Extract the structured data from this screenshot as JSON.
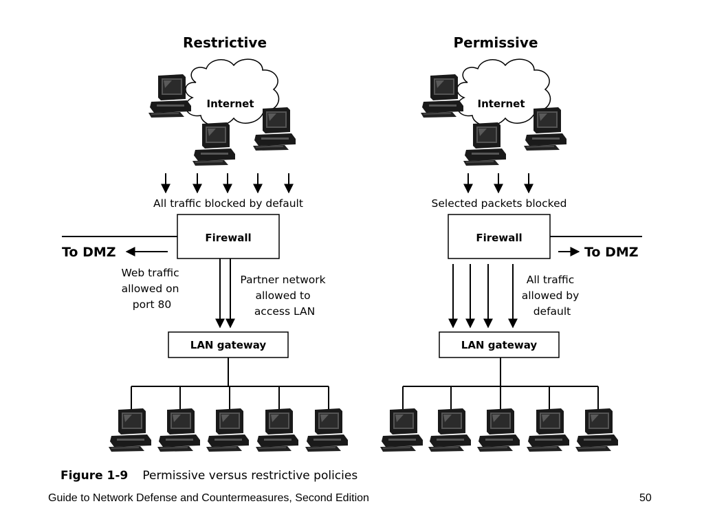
{
  "left": {
    "title": "Restrictive",
    "cloud_label": "Internet",
    "blocked_label": "All traffic blocked by default",
    "firewall_label": "Firewall",
    "dmz_label": "To DMZ",
    "web_label": [
      "Web traffic",
      "allowed on",
      "port 80"
    ],
    "partner_label": [
      "Partner network",
      "allowed to",
      "access LAN"
    ],
    "gateway_label": "LAN gateway"
  },
  "right": {
    "title": "Permissive",
    "cloud_label": "Internet",
    "blocked_label": "Selected packets blocked",
    "firewall_label": "Firewall",
    "dmz_label": "To DMZ",
    "allowed_label": [
      "All traffic",
      "allowed by",
      "default"
    ],
    "gateway_label": "LAN gateway"
  },
  "figure": {
    "number": "Figure 1-9",
    "caption": "Permissive versus restrictive policies"
  },
  "footer": {
    "book": "Guide to Network Defense and Countermeasures, Second Edition",
    "page": "50"
  },
  "icons": [
    "computer-icon",
    "cloud-icon",
    "arrow-icon"
  ]
}
